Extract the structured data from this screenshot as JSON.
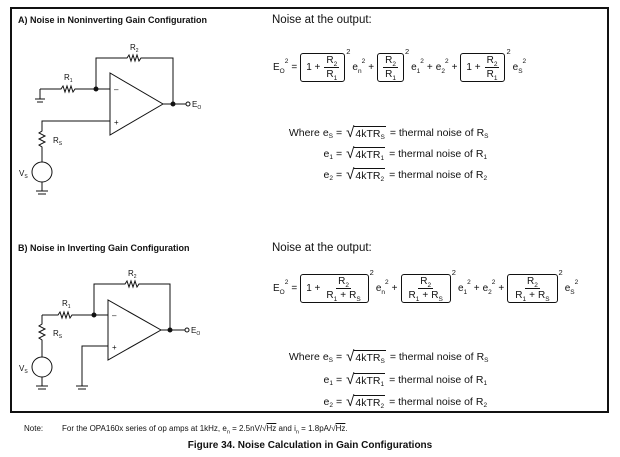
{
  "sectionA": {
    "title": "A) Noise in Noninverting Gain Configuration",
    "heading": "Noise at the output:",
    "circuit": {
      "R2": "R",
      "R2_sub": "2",
      "R1": "R",
      "R1_sub": "1",
      "RS": "R",
      "RS_sub": "S",
      "VS": "V",
      "VS_sub": "S",
      "EO": "E",
      "EO_sub": "O",
      "plus": "+",
      "minus": "–"
    },
    "equation": [
      {
        "v": "E",
        "sub": "O",
        "sup": "2"
      },
      {
        "op": "="
      },
      {
        "br": [
          {
            "op": "1 +"
          },
          {
            "fr": [
              [
                {
                  "v": "R",
                  "sub": "2"
                }
              ],
              [
                {
                  "v": "R",
                  "sub": "1"
                }
              ]
            ]
          }
        ],
        "sup": "2"
      },
      {
        "v": "e",
        "sub": "n",
        "sup": "2"
      },
      {
        "op": "+"
      },
      {
        "br": [
          {
            "fr": [
              [
                {
                  "v": "R",
                  "sub": "2"
                }
              ],
              [
                {
                  "v": "R",
                  "sub": "1"
                }
              ]
            ]
          }
        ],
        "sup": "2"
      },
      {
        "v": "e",
        "sub": "1",
        "sup": "2"
      },
      {
        "op": "+"
      },
      {
        "v": "e",
        "sub": "2",
        "sup": "2"
      },
      {
        "op": "+"
      },
      {
        "br": [
          {
            "op": "1 +"
          },
          {
            "fr": [
              [
                {
                  "v": "R",
                  "sub": "2"
                }
              ],
              [
                {
                  "v": "R",
                  "sub": "1"
                }
              ]
            ]
          }
        ],
        "sup": "2"
      },
      {
        "v": "e",
        "sub": "S",
        "sup": "2"
      }
    ],
    "where": [
      {
        "lhs": [
          {
            "op": "Where"
          },
          {
            "v": "e",
            "sub": "S"
          }
        ],
        "rhs": [
          {
            "op": "="
          },
          {
            "rad": [
              {
                "v": "4kTR",
                "sub": "S"
              }
            ]
          },
          {
            "op": "= thermal noise of"
          },
          {
            "v": "R",
            "sub": "S"
          }
        ]
      },
      {
        "lhs": [
          {
            "v": "e",
            "sub": "1"
          }
        ],
        "rhs": [
          {
            "op": "="
          },
          {
            "rad": [
              {
                "v": "4kTR",
                "sub": "1"
              }
            ]
          },
          {
            "op": "= thermal noise of"
          },
          {
            "v": "R",
            "sub": "1"
          }
        ]
      },
      {
        "lhs": [
          {
            "v": "e",
            "sub": "2"
          }
        ],
        "rhs": [
          {
            "op": "="
          },
          {
            "rad": [
              {
                "v": "4kTR",
                "sub": "2"
              }
            ]
          },
          {
            "op": "= thermal noise of"
          },
          {
            "v": "R",
            "sub": "2"
          }
        ]
      }
    ]
  },
  "sectionB": {
    "title": "B) Noise in Inverting Gain Configuration",
    "heading": "Noise at the output:",
    "circuit": {
      "R2": "R",
      "R2_sub": "2",
      "R1": "R",
      "R1_sub": "1",
      "RS": "R",
      "RS_sub": "S",
      "VS": "V",
      "VS_sub": "S",
      "EO": "E",
      "EO_sub": "O",
      "plus": "+",
      "minus": "–"
    },
    "equation": [
      {
        "v": "E",
        "sub": "O",
        "sup": "2"
      },
      {
        "op": "="
      },
      {
        "br": [
          {
            "op": "1 +"
          },
          {
            "fr": [
              [
                {
                  "v": "R",
                  "sub": "2"
                }
              ],
              [
                {
                  "v": "R",
                  "sub": "1"
                },
                {
                  "op": "+"
                },
                {
                  "v": "R",
                  "sub": "S"
                }
              ]
            ]
          }
        ],
        "sup": "2"
      },
      {
        "v": "e",
        "sub": "n",
        "sup": "2"
      },
      {
        "op": "+"
      },
      {
        "br": [
          {
            "fr": [
              [
                {
                  "v": "R",
                  "sub": "2"
                }
              ],
              [
                {
                  "v": "R",
                  "sub": "1"
                },
                {
                  "op": "+"
                },
                {
                  "v": "R",
                  "sub": "S"
                }
              ]
            ]
          }
        ],
        "sup": "2"
      },
      {
        "v": "e",
        "sub": "1",
        "sup": "2"
      },
      {
        "op": "+"
      },
      {
        "v": "e",
        "sub": "2",
        "sup": "2"
      },
      {
        "op": "+"
      },
      {
        "br": [
          {
            "fr": [
              [
                {
                  "v": "R",
                  "sub": "2"
                }
              ],
              [
                {
                  "v": "R",
                  "sub": "1"
                },
                {
                  "op": "+"
                },
                {
                  "v": "R",
                  "sub": "S"
                }
              ]
            ]
          }
        ],
        "sup": "2"
      },
      {
        "v": "e",
        "sub": "S",
        "sup": "2"
      }
    ],
    "where": [
      {
        "lhs": [
          {
            "op": "Where"
          },
          {
            "v": "e",
            "sub": "S"
          }
        ],
        "rhs": [
          {
            "op": "="
          },
          {
            "rad": [
              {
                "v": "4kTR",
                "sub": "S"
              }
            ]
          },
          {
            "op": "= thermal noise of"
          },
          {
            "v": "R",
            "sub": "S"
          }
        ]
      },
      {
        "lhs": [
          {
            "v": "e",
            "sub": "1"
          }
        ],
        "rhs": [
          {
            "op": "="
          },
          {
            "rad": [
              {
                "v": "4kTR",
                "sub": "1"
              }
            ]
          },
          {
            "op": "= thermal noise of"
          },
          {
            "v": "R",
            "sub": "1"
          }
        ]
      },
      {
        "lhs": [
          {
            "v": "e",
            "sub": "2"
          }
        ],
        "rhs": [
          {
            "op": "="
          },
          {
            "rad": [
              {
                "v": "4kTR",
                "sub": "2"
              }
            ]
          },
          {
            "op": "= thermal noise of"
          },
          {
            "v": "R",
            "sub": "2"
          }
        ]
      }
    ]
  },
  "note": {
    "label": "Note:",
    "text1": "For the OPA160x series of op amps at 1kHz, e",
    "sub1": "n",
    "text2": " = 2.5nV/√",
    "hz1": "Hz",
    "text3": " and i",
    "sub2": "n",
    "text4": " = 1.8pA/√",
    "hz2": "Hz",
    "text5": "."
  },
  "caption": "Figure 34.  Noise Calculation in Gain Configurations"
}
